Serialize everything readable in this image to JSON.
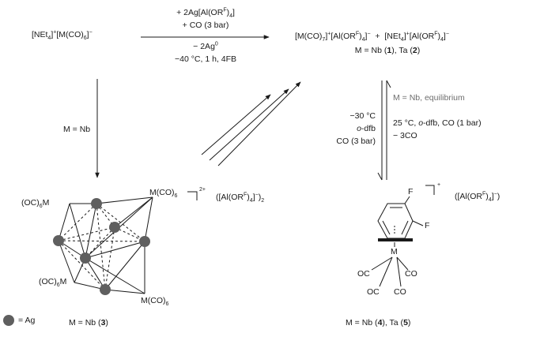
{
  "scheme": {
    "start": {
      "pre": "[NEt",
      "n4": "4",
      "mid": "]",
      "plus": "+",
      "mid2": "[M(CO)",
      "n6": "6",
      "end": "]",
      "minus": "−"
    },
    "top_conditions": {
      "l1_pre": "+ 2Ag[Al(OR",
      "l1_F": "F",
      "l1_post": ")",
      "l1_sub": "4",
      "l1_end": "]",
      "l2": "+ CO (3 bar)",
      "l3_pre": "− 2Ag",
      "l3_sup": "0",
      "l4": "−40 °C, 1 h, 4FB"
    },
    "product_12": {
      "line1": "[M(CO)7]+[Al(ORF)4]− + [NEt4]+[Al(ORF)4]−",
      "p1": "[M(CO)",
      "p1_sub": "7",
      "p1_c": "]",
      "p1_plus": "+",
      "p2": "[Al(OR",
      "p2_F": "F",
      "p2_c": ")",
      "p2_sub": "4",
      "p2_e": "]",
      "p2_minus": "−",
      "sep": " + ",
      "p3": "[NEt",
      "p3_sub": "4",
      "p3_c": "]",
      "p3_plus": "+",
      "p4": "[Al(OR",
      "p4_F": "F",
      "p4_c": ")",
      "p4_sub": "4",
      "p4_e": "]",
      "p4_minus": "−",
      "line2_pre": "M = Nb (",
      "n1": "1",
      "line2_mid": "), Ta (",
      "n2": "2",
      "line2_end": ")"
    },
    "left_arrow_label": "M = Nb",
    "equilibrium_label": "M = Nb, equilibrium",
    "left_conditions": {
      "l1": "−30 °C",
      "l2_it": "o",
      "l2_rest": "-dfb",
      "l3": "CO (3 bar)"
    },
    "right_conditions": {
      "l1_pre": "25 °C, ",
      "l1_it": "o",
      "l1_rest": "-dfb, CO (1 bar)",
      "l2": "− 3CO"
    },
    "cluster": {
      "label_tl": "(OC)",
      "label_tl_sub": "6",
      "label_tl_M": "M",
      "label_tr": "M(CO)",
      "label_tr_sub": "6",
      "label_bl": "(OC)",
      "label_bl_sub": "6",
      "label_bl_M": "M",
      "label_br": "M(CO)",
      "label_br_sub": "6",
      "charge": "2+",
      "counter_pre": "([Al(OR",
      "counter_F": "F",
      "counter_c": ")",
      "counter_sub": "4",
      "counter_e": "]",
      "counter_minus": "−",
      "counter_end": ")",
      "counter_n": "2",
      "caption_pre": "M = Nb (",
      "caption_n": "3",
      "caption_end": ")"
    },
    "arene": {
      "F1": "F",
      "F2": "F",
      "M": "M",
      "co1": "OC",
      "co2": "CO",
      "co3": "OC",
      "co4": "CO",
      "charge": "+",
      "counter_pre": "([Al(OR",
      "counter_F": "F",
      "counter_c": ")",
      "counter_sub": "4",
      "counter_e": "]",
      "counter_minus": "−",
      "counter_end": ")",
      "caption_pre": "M = Nb (",
      "n4": "4",
      "caption_mid": "), Ta  (",
      "n5": "5",
      "caption_end": ")"
    },
    "legend": {
      "label": "= Ag"
    },
    "colors": {
      "ag_ball": "#5f5f5f",
      "line": "#1a1a1a",
      "grey_text": "#6e6e6e"
    }
  }
}
